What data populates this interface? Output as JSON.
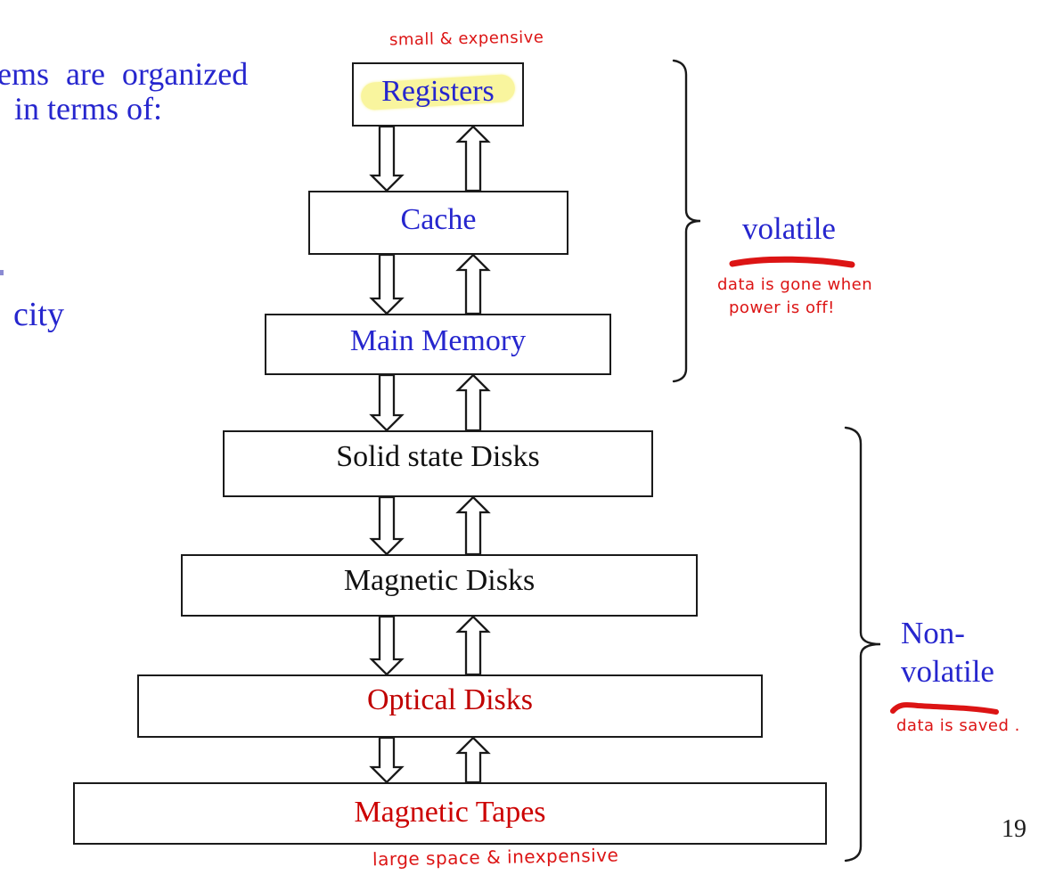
{
  "page": {
    "number": "19"
  },
  "left_column": {
    "line1": "ems are organized",
    "line2": "in terms of:",
    "fragment": "city"
  },
  "hierarchy": {
    "levels": [
      {
        "label": "Registers",
        "color": "#2626CE",
        "highlighted": true
      },
      {
        "label": "Cache",
        "color": "#2626CE",
        "highlighted": false
      },
      {
        "label": "Main Memory",
        "color": "#2626CE",
        "highlighted": false
      },
      {
        "label": "Solid state Disks",
        "color": "#111111",
        "highlighted": false
      },
      {
        "label": "Magnetic Disks",
        "color": "#111111",
        "highlighted": false
      },
      {
        "label": "Optical Disks",
        "color": "#C00000",
        "highlighted": false
      },
      {
        "label": "Magnetic Tapes",
        "color": "#CC0000",
        "highlighted": false
      }
    ]
  },
  "groups": {
    "volatile": {
      "label": "volatile",
      "note_line1": "data is gone when",
      "note_line2": "power is off!"
    },
    "nonvolatile": {
      "label_line1": "Non-",
      "label_line2": "volatile",
      "note": "data is saved ."
    }
  },
  "annotations": {
    "top": "small & expensive",
    "bottom": "large space & inexpensive"
  },
  "colors": {
    "text_blue": "#2626CE",
    "handwriting_red": "#DC1414",
    "optical_dark_red": "#C00000",
    "tapes_red": "#CC0000",
    "highlight_yellow": "#F9F59E"
  }
}
